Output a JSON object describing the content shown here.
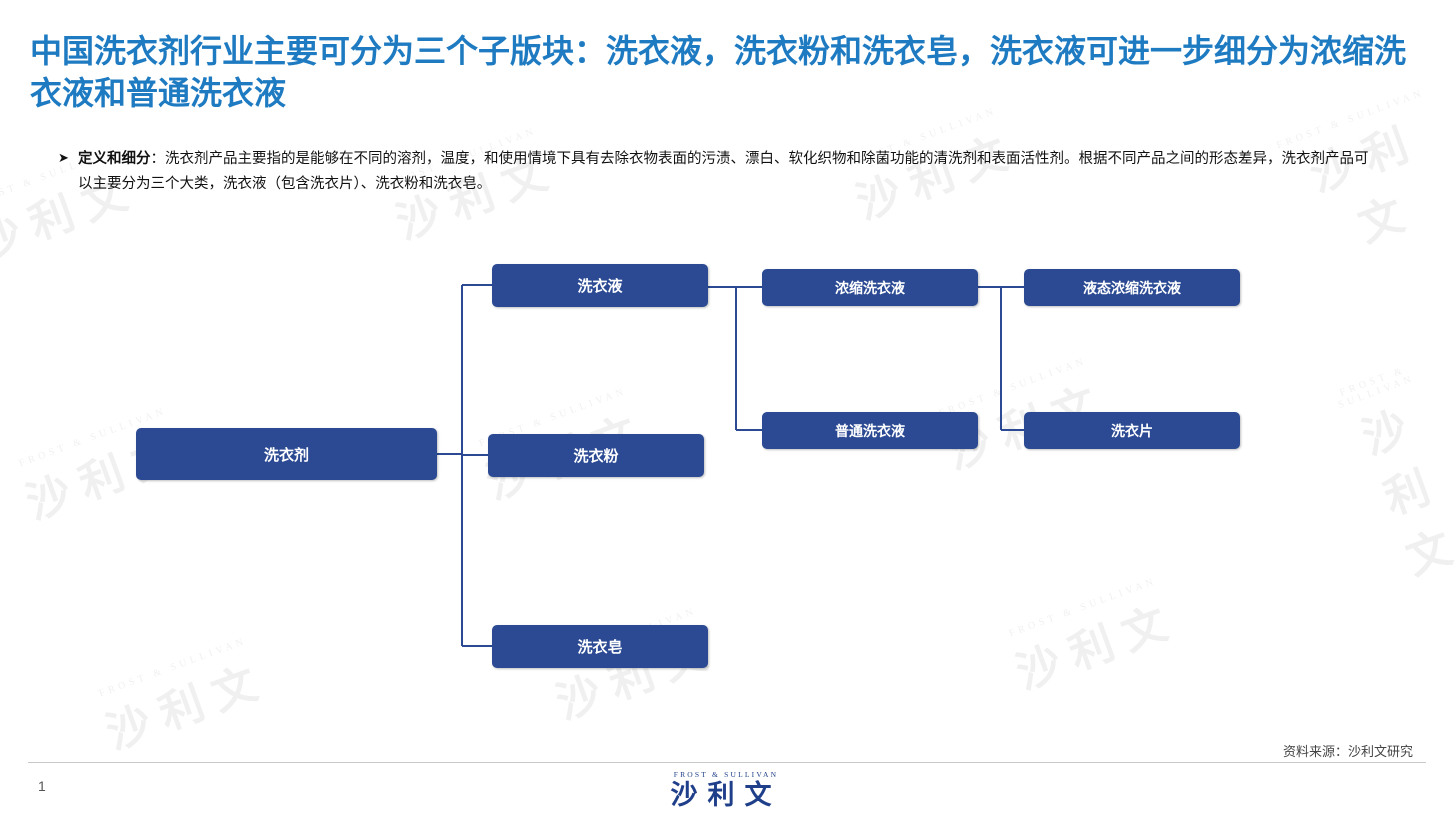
{
  "title": "中国洗衣剂行业主要可分为三个子版块：洗衣液，洗衣粉和洗衣皂，洗衣液可进一步细分为浓缩洗衣液和普通洗衣液",
  "bullet": {
    "term": "定义和细分",
    "text": "：洗衣剂产品主要指的是能够在不同的溶剂，温度，和使用情境下具有去除衣物表面的污渍、漂白、软化织物和除菌功能的清洗剂和表面活性剂。根据不同产品之间的形态差异，洗衣剂产品可以主要分为三个大类，洗衣液（包含洗衣片）、洗衣粉和洗衣皂。"
  },
  "diagram": {
    "root": "洗衣剂",
    "liquid": "洗衣液",
    "powder": "洗衣粉",
    "soap": "洗衣皂",
    "concentrated": "浓缩洗衣液",
    "regular": "普通洗衣液",
    "liquid_concentrated": "液态浓缩洗衣液",
    "pods": "洗衣片"
  },
  "source": "资料来源：沙利文研究",
  "page_number": "1",
  "logo": {
    "en": "FROST & SULLIVAN",
    "cn": "沙利文"
  },
  "colors": {
    "title": "#1f7bc1",
    "node": "#2b4a93",
    "connector": "#2b4a93"
  }
}
